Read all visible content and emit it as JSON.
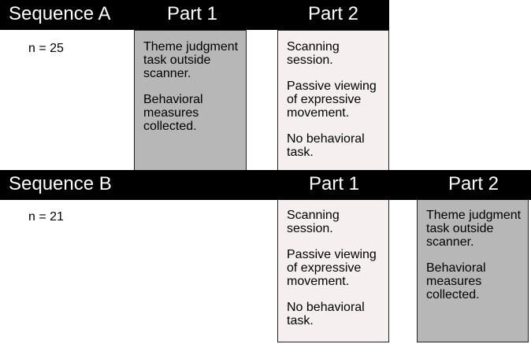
{
  "sequence_a": {
    "title": "Sequence A",
    "part1_label": "Part 1",
    "part2_label": "Part 2",
    "n": "n = 25",
    "part1_lines": [
      "Theme judgment task outside scanner.",
      "Behavioral measures collected."
    ],
    "part2_lines": [
      "Scanning session.",
      "Passive viewing of expressive movement.",
      "No behavioral task."
    ]
  },
  "sequence_b": {
    "title": "Sequence B",
    "part1_label": "Part 1",
    "part2_label": "Part 2",
    "n": "n = 21",
    "part1_lines": [
      "Scanning session.",
      "Passive viewing of expressive movement.",
      "No behavioral task."
    ],
    "part2_lines": [
      "Theme judgment task outside scanner.",
      "Behavioral measures collected."
    ]
  },
  "colors": {
    "header_bar": "#000000",
    "behavioral_box": "#b8b7b8",
    "scanning_box": "#f5eff0"
  }
}
